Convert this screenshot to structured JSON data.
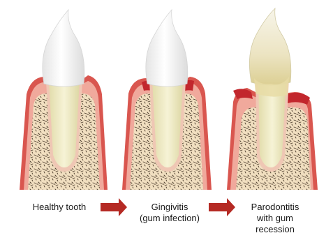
{
  "stages": [
    {
      "id": "healthy",
      "lines": [
        "Healthy tooth"
      ]
    },
    {
      "id": "gingivitis",
      "lines": [
        "Gingivitis",
        "(gum infection)"
      ]
    },
    {
      "id": "parodontitis",
      "lines": [
        "Parodontitis",
        "with gum",
        "recession"
      ]
    }
  ],
  "colors": {
    "gum": "#d9564f",
    "gum_light": "#f0a99c",
    "gum_inflamed": "#c2272d",
    "bone": "#f1dfc0",
    "bone_speckle": "#4b3b2c",
    "root": "#f2f0cf",
    "root_edge": "#dcd6a6",
    "crown": "#ffffff",
    "crown_shade": "#e6e6e6",
    "plaque": "#e7dca6",
    "arrow": "#b52a24",
    "text": "#1a1a1a"
  },
  "icons": [
    "arrow-right-icon",
    "arrow-right-icon"
  ]
}
